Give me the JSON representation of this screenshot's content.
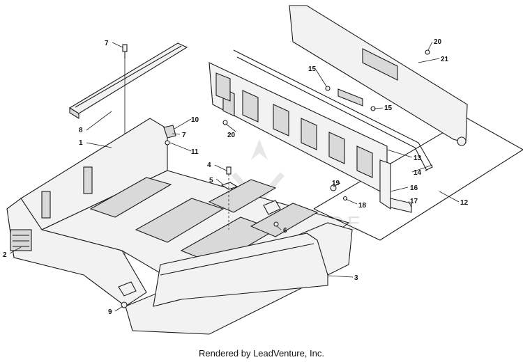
{
  "callouts": {
    "c1": "1",
    "c2": "2",
    "c3": "3",
    "c4": "4",
    "c5": "5",
    "c6": "6",
    "c7a": "7",
    "c7b": "7",
    "c8": "8",
    "c9": "9",
    "c10": "10",
    "c11": "11",
    "c12": "12",
    "c13": "13",
    "c14": "14",
    "c15a": "15",
    "c15b": "15",
    "c16": "16",
    "c17": "17",
    "c18": "18",
    "c19": "19",
    "c20a": "20",
    "c20b": "20",
    "c21": "21"
  },
  "watermark": "LEADVENTURE",
  "footer": "Rendered by LeadVenture, Inc."
}
